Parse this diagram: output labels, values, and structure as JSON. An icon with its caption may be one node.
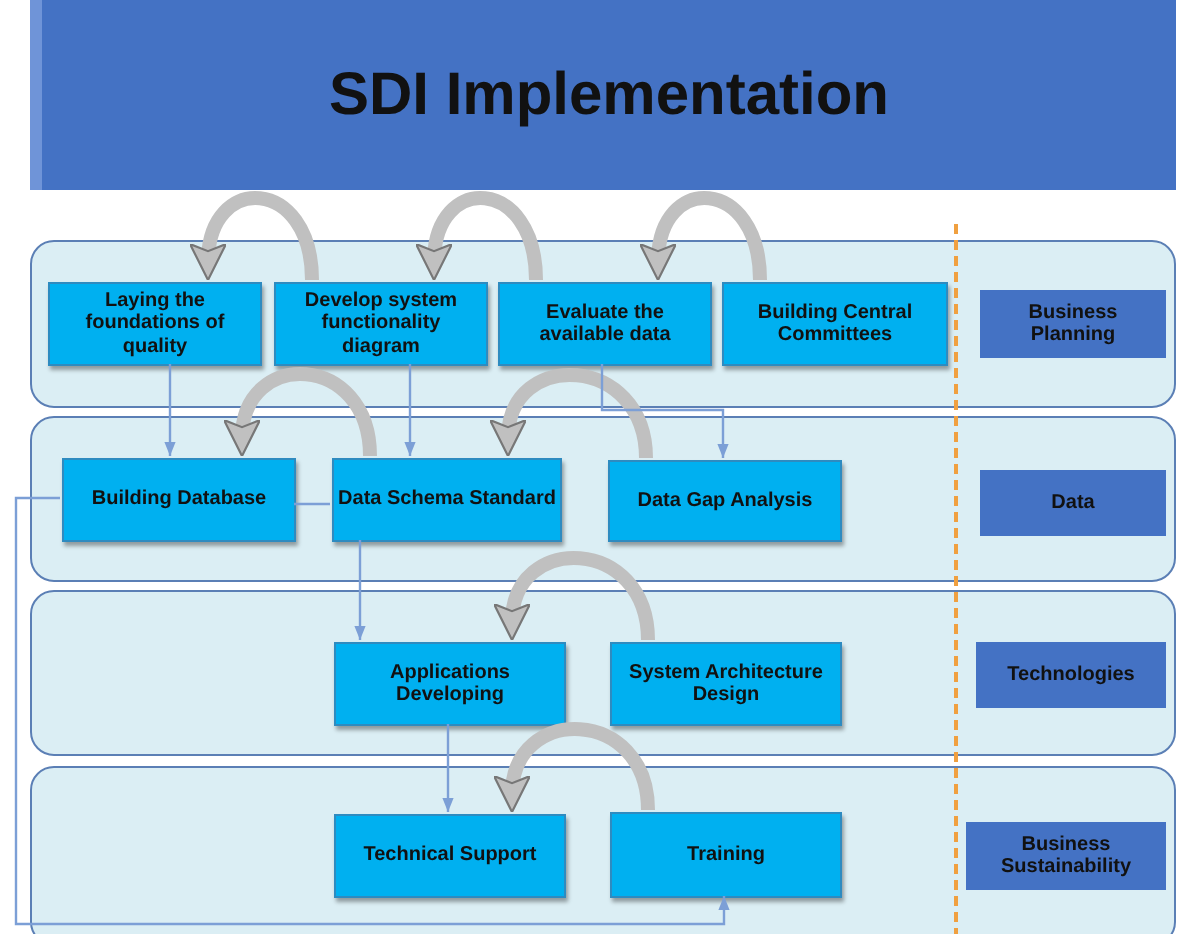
{
  "diagram": {
    "title": "SDI Implementation",
    "nodes": [
      {
        "text": [],
        "shape": "band"
      },
      {
        "text": [
          "Laying the foundations of quality"
        ],
        "in": 0
      },
      {
        "text": [
          "Develop system functionality diagram"
        ],
        "in": 0
      },
      {
        "text": [
          "Evaluate the available data"
        ],
        "in": 0
      },
      {
        "text": [
          "Building Central Committees"
        ],
        "in": 0
      },
      {
        "text": [
          "Business Planning"
        ],
        "in": 0
      },
      {
        "text": [],
        "shape": "band"
      },
      {
        "text": [
          "Building Database"
        ],
        "in": 6
      },
      {
        "text": [
          "Data Schema Standard"
        ],
        "in": 6
      },
      {
        "text": [
          "Data Gap Analysis"
        ],
        "in": 6
      },
      {
        "text": [
          "Data"
        ],
        "in": 6
      },
      {
        "text": [],
        "shape": "band"
      },
      {
        "text": [
          "Applications Developing"
        ],
        "in": 11
      },
      {
        "text": [
          "System Architecture Design"
        ],
        "in": 11
      },
      {
        "text": [
          "Technologies"
        ],
        "in": 11
      },
      {
        "text": [],
        "shape": "band"
      },
      {
        "text": [
          "Technical Support"
        ],
        "in": 15
      },
      {
        "text": [
          "Training"
        ],
        "in": 15
      },
      {
        "text": [
          "Business Sustainability"
        ],
        "in": 15
      }
    ],
    "edges": [
      {
        "from": 2,
        "to": 1,
        "arrow": "to",
        "style": "thick",
        "color": "#c0c0c0"
      },
      {
        "from": 3,
        "to": 2,
        "arrow": "to",
        "style": "thick",
        "color": "#c0c0c0"
      },
      {
        "from": 4,
        "to": 3,
        "arrow": "to",
        "style": "thick",
        "color": "#c0c0c0"
      },
      {
        "from": 8,
        "to": 7,
        "arrow": "to",
        "style": "thick",
        "color": "#c0c0c0"
      },
      {
        "from": 9,
        "to": 8,
        "arrow": "to",
        "style": "thick",
        "color": "#c0c0c0"
      },
      {
        "from": 13,
        "to": 12,
        "arrow": "to",
        "style": "thick",
        "color": "#c0c0c0"
      },
      {
        "from": 17,
        "to": 16,
        "arrow": "to",
        "style": "thick",
        "color": "#c0c0c0"
      },
      {
        "from": 1,
        "to": 7,
        "arrow": "to"
      },
      {
        "from": 2,
        "to": 8,
        "arrow": "to"
      },
      {
        "from": 3,
        "to": 9,
        "arrow": "to"
      },
      {
        "from": 7,
        "to": 8,
        "arrow": "none"
      },
      {
        "from": 8,
        "to": 12,
        "arrow": "to"
      },
      {
        "from": 12,
        "to": 16,
        "arrow": "to"
      },
      {
        "from": 7,
        "to": 17,
        "arrow": "to"
      }
    ]
  }
}
